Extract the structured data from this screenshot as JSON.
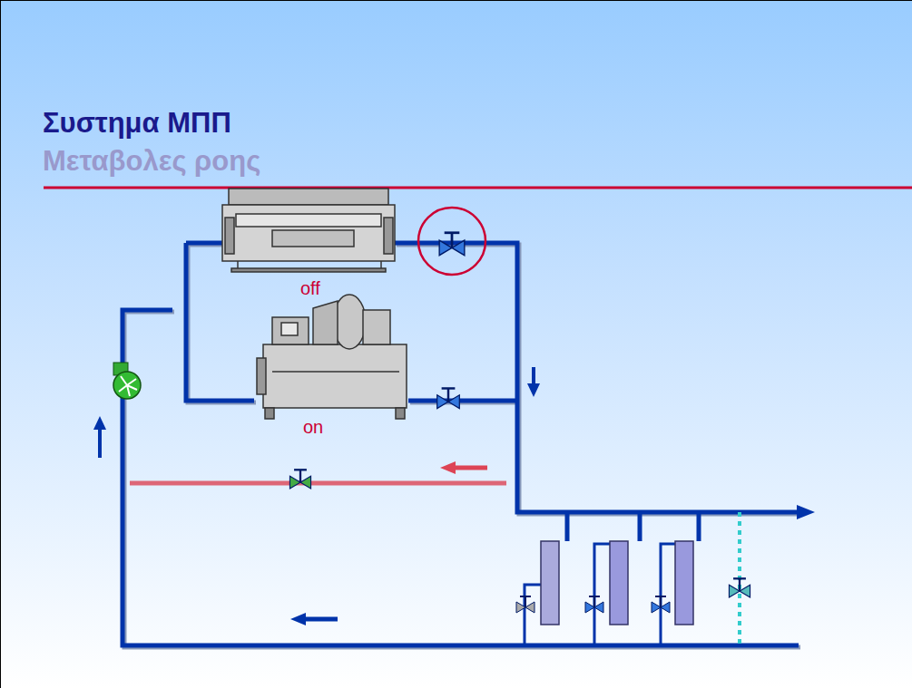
{
  "diagram": {
    "title": "Συστημα ΜΠΠ",
    "labels": [
      "Μεταβολες ροης",
      "off",
      "on"
    ]
  }
}
